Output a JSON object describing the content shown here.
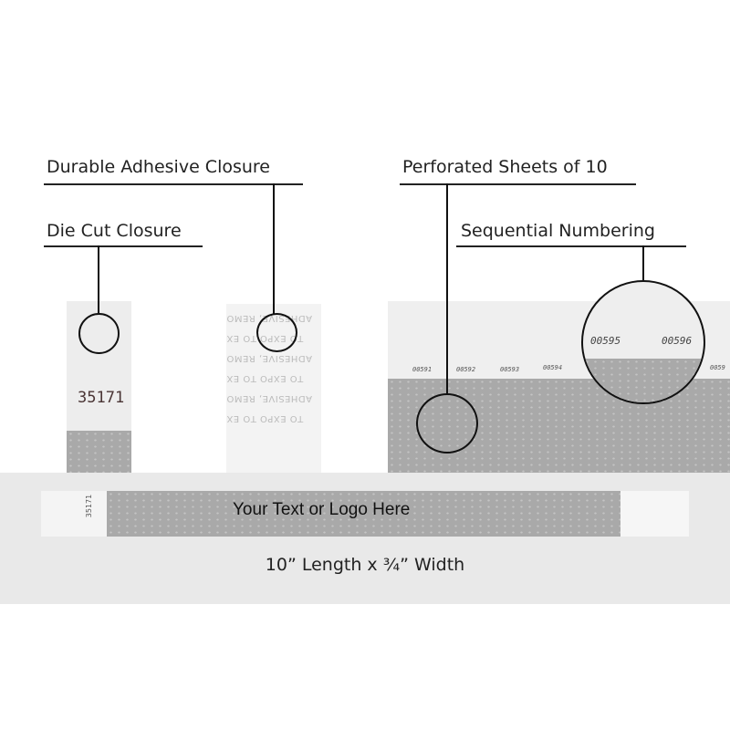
{
  "callouts": {
    "adhesive": "Durable Adhesive Closure",
    "die_cut": "Die Cut Closure",
    "perforated": "Perforated Sheets of 10",
    "sequential": "Sequential Numbering"
  },
  "left_band": {
    "number": "35171"
  },
  "adhesive_backing": {
    "lines": [
      "ADHESIVE, REMO",
      "TO EXPO    TO EX",
      "ADHESIVE, REMO",
      "TO EXPO    TO EX",
      "ADHESIVE, REMO",
      "TO EXPO    TO EX"
    ]
  },
  "sheet": {
    "numbers": [
      "00591",
      "00592",
      "00593",
      "00594",
      "0059"
    ],
    "magnified": [
      "00595",
      "00596"
    ]
  },
  "strap": {
    "number": "35171",
    "custom_text": "Your Text or Logo Here"
  },
  "dimensions": "10” Length x ¾” Width",
  "colors": {
    "band_gray": "#a9a9a9",
    "panel": "#e9e9e9",
    "line": "#222222"
  }
}
